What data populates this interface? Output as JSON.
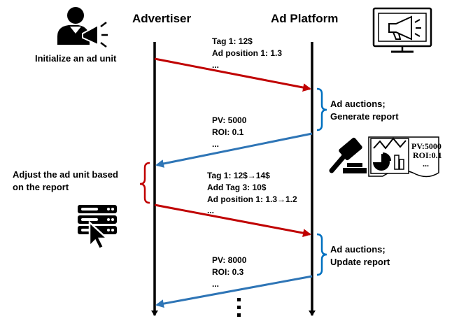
{
  "headers": {
    "advertiser": "Advertiser",
    "platform": "Ad Platform"
  },
  "advertiser_notes": {
    "initialize": "Initialize an ad unit",
    "adjust_line1": "Adjust the ad unit based",
    "adjust_line2": "on the report"
  },
  "platform_notes": {
    "auction1_line1": "Ad auctions;",
    "auction1_line2": "Generate report",
    "auction2_line1": "Ad auctions;",
    "auction2_line2": "Update report"
  },
  "messages": {
    "msg1": [
      "Tag 1: 12$",
      "Ad position 1: 1.3",
      "..."
    ],
    "msg2": [
      "PV: 5000",
      "ROI: 0.1",
      "..."
    ],
    "msg3": [
      "Tag 1: 12$→14$",
      "Add Tag 3: 10$",
      "Ad position 1: 1.3→1.2",
      "..."
    ],
    "msg4": [
      "PV: 8000",
      "ROI: 0.3",
      "..."
    ]
  },
  "report_icon": {
    "line1": "PV:5000",
    "line2": "ROI:0.1",
    "line3": "..."
  },
  "colors": {
    "request_arrow": "#c00000",
    "response_arrow": "#2e75b6",
    "brace_advertiser": "#c00000",
    "brace_platform": "#0070c0",
    "lifeline": "#000000"
  },
  "icons": {
    "advertiser": "person-megaphone-icon",
    "platform": "monitor-megaphone-icon",
    "auction": "gavel-icon",
    "report": "report-chart-icon",
    "adjust": "server-cursor-icon"
  }
}
